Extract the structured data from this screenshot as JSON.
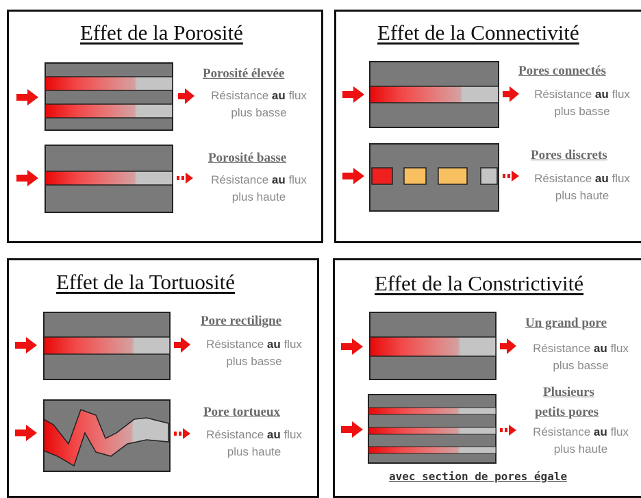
{
  "panels": {
    "porosity": {
      "title": "Effet de la Porosité",
      "top_label": "Porosité élevée",
      "bottom_label": "Porosité basse"
    },
    "connectivity": {
      "title": "Effet de la Connectivité",
      "top_label": "Pores connectés",
      "bottom_label": "Pores discrets"
    },
    "tortuosity": {
      "title": "Effet de la Tortuosité",
      "top_label": "Pore rectiligne",
      "bottom_label": "Pore tortueux"
    },
    "constrictivity": {
      "title": "Effet de la Constrictivité",
      "top_label": "Un grand pore",
      "bottom_label_line1": "Plusieurs",
      "bottom_label_line2": "petits pores",
      "footnote": "avec section de pores égale"
    }
  },
  "resistance": {
    "prefix": "Résistance ",
    "emphasis": "au",
    "suffix": " flux",
    "low": "plus basse",
    "high": "plus haute"
  },
  "colors": {
    "arrow": "#ee1111",
    "solid": "#7a7a7a",
    "pore_end": "#c4c4c4",
    "isolated_pore": "#f8c060"
  }
}
